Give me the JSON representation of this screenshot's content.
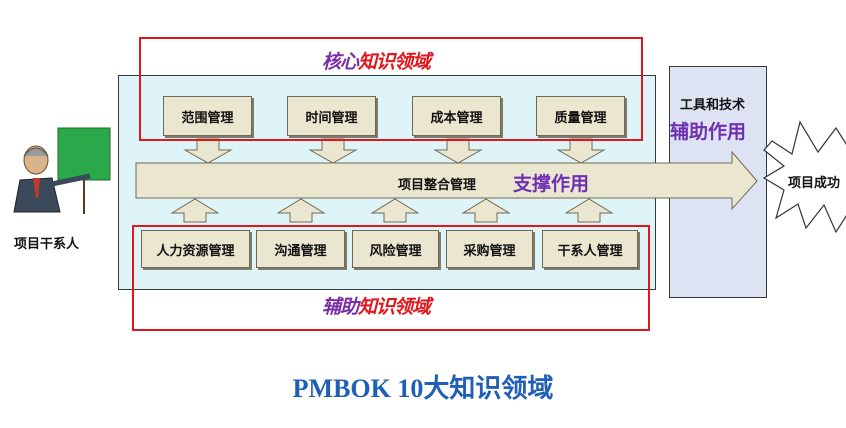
{
  "core_region": {
    "label_part1": "核心",
    "label_part2": "知识领域",
    "boxes": [
      "范围管理",
      "时间管理",
      "成本管理",
      "质量管理"
    ]
  },
  "integration_bar": {
    "label": "项目整合管理",
    "support_label": "支撑作用"
  },
  "auxiliary_region": {
    "label_part1": "辅助",
    "label_part2": "知识领域",
    "boxes": [
      "人力资源管理",
      "沟通管理",
      "风险管理",
      "采购管理",
      "干系人管理"
    ]
  },
  "tools_panel": {
    "title": "工具和技术",
    "subtitle": "辅助作用"
  },
  "stakeholder_label": "项目干系人",
  "success_label": "项目成功",
  "caption": "PMBOK  10大知识领域",
  "colors": {
    "panel_bg": "#dff4f6",
    "box_fill": "#ebe6cf",
    "frame_red": "#e2161d",
    "label_purple": "#7a2fa8",
    "caption_blue": "#1f5fb6"
  }
}
